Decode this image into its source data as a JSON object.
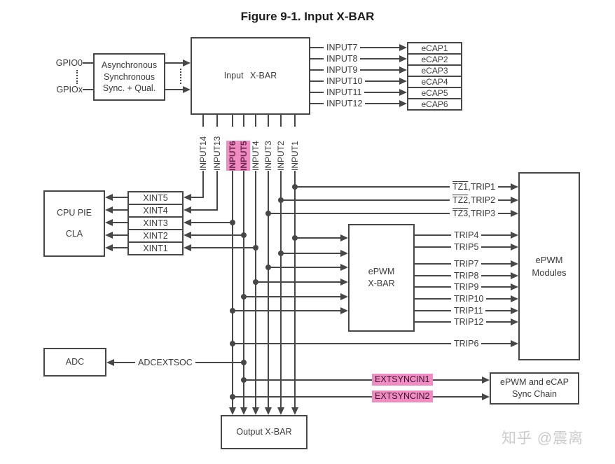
{
  "title": "Figure 9-1. Input X-BAR",
  "colors": {
    "line": "#474747",
    "highlight_pink": "#f08cc2",
    "watermark_gray": "#cbcbcb"
  },
  "gpio": {
    "top_label": "GPIO0",
    "bottom_label": "GPIOx"
  },
  "sync_qual_box": {
    "line1": "Asynchronous",
    "line2": "Synchronous",
    "line3": "Sync. + Qual."
  },
  "input_xbar": {
    "label": "Input X-BAR"
  },
  "ecap_rows": {
    "inputs": [
      "INPUT7",
      "INPUT8",
      "INPUT9",
      "INPUT10",
      "INPUT11",
      "INPUT12"
    ],
    "modules": [
      "eCAP1",
      "eCAP2",
      "eCAP3",
      "eCAP4",
      "eCAP5",
      "eCAP6"
    ]
  },
  "vertical_inputs": {
    "labels": [
      "INPUT14",
      "INPUT13",
      "INPUT6",
      "INPUT5",
      "INPUT4",
      "INPUT3",
      "INPUT2",
      "INPUT1"
    ],
    "highlighted": [
      "INPUT6",
      "INPUT5"
    ]
  },
  "cpu_box": {
    "line1": "CPU PIE",
    "line2": "CLA"
  },
  "xint_boxes": [
    "XINT5",
    "XINT4",
    "XINT3",
    "XINT2",
    "XINT1"
  ],
  "tz_trip_labels": [
    {
      "overbar": "TZ1",
      "rest": ",TRIP1"
    },
    {
      "overbar": "TZ2",
      "rest": ",TRIP2"
    },
    {
      "overbar": "TZ3",
      "rest": ",TRIP3"
    }
  ],
  "epwm_xbar": {
    "line1": "ePWM",
    "line2": "X-BAR"
  },
  "epwm_modules": {
    "line1": "ePWM",
    "line2": "Modules"
  },
  "trip_outputs": [
    "TRIP4",
    "TRIP5",
    "TRIP7",
    "TRIP8",
    "TRIP9",
    "TRIP10",
    "TRIP11",
    "TRIP12"
  ],
  "trip6_label": "TRIP6",
  "adc_box": {
    "label": "ADC"
  },
  "adcextsoc_label": "ADCEXTSOC",
  "extsync_labels": [
    "EXTSYNCIN1",
    "EXTSYNCIN2"
  ],
  "sync_chain_box": {
    "line1": "ePWM and eCAP",
    "line2": "Sync Chain"
  },
  "output_xbar": {
    "label": "Output X-BAR"
  },
  "watermark": "知乎 @震离"
}
